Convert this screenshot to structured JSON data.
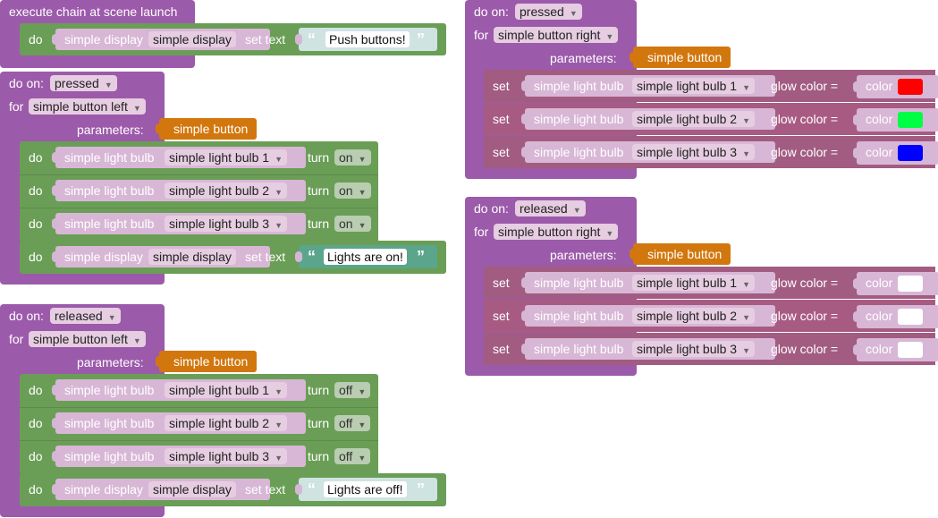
{
  "colors": {
    "event_block": "#9c5aaa",
    "action_block": "#6a9e56",
    "set_block": "#a25c81",
    "param_block": "#d2770d",
    "red": "#ff0000",
    "green": "#00ff44",
    "blue": "#0000ff",
    "white": "#ffffff"
  },
  "scene_launch": {
    "header": "execute chain at scene launch",
    "do": "do",
    "component": "simple display",
    "instance": "simple display",
    "action": "set text",
    "value": "Push buttons!"
  },
  "left_pressed": {
    "event_label": "do on:",
    "event_value": "pressed",
    "for_label": "for",
    "for_value": "simple button left",
    "params_label": "parameters:",
    "param_value": "simple button",
    "rows": [
      {
        "do": "do",
        "component": "simple light bulb",
        "instance": "simple light bulb 1",
        "verb": "turn",
        "state": "on"
      },
      {
        "do": "do",
        "component": "simple light bulb",
        "instance": "simple light bulb 2",
        "verb": "turn",
        "state": "on"
      },
      {
        "do": "do",
        "component": "simple light bulb",
        "instance": "simple light bulb 3",
        "verb": "turn",
        "state": "on"
      }
    ],
    "display": {
      "do": "do",
      "component": "simple display",
      "instance": "simple display",
      "action": "set text",
      "value": "Lights are on!"
    }
  },
  "left_released": {
    "event_label": "do on:",
    "event_value": "released",
    "for_label": "for",
    "for_value": "simple button left",
    "params_label": "parameters:",
    "param_value": "simple button",
    "rows": [
      {
        "do": "do",
        "component": "simple light bulb",
        "instance": "simple light bulb 1",
        "verb": "turn",
        "state": "off"
      },
      {
        "do": "do",
        "component": "simple light bulb",
        "instance": "simple light bulb 2",
        "verb": "turn",
        "state": "off"
      },
      {
        "do": "do",
        "component": "simple light bulb",
        "instance": "simple light bulb 3",
        "verb": "turn",
        "state": "off"
      }
    ],
    "display": {
      "do": "do",
      "component": "simple display",
      "instance": "simple display",
      "action": "set text",
      "value": "Lights are off!"
    }
  },
  "right_pressed": {
    "event_label": "do on:",
    "event_value": "pressed",
    "for_label": "for",
    "for_value": "simple button right",
    "params_label": "parameters:",
    "param_value": "simple button",
    "rows": [
      {
        "set": "set",
        "component": "simple light bulb",
        "instance": "simple light bulb 1",
        "prop": "glow color =",
        "color_label": "color",
        "color": "red"
      },
      {
        "set": "set",
        "component": "simple light bulb",
        "instance": "simple light bulb 2",
        "prop": "glow color =",
        "color_label": "color",
        "color": "green"
      },
      {
        "set": "set",
        "component": "simple light bulb",
        "instance": "simple light bulb 3",
        "prop": "glow color =",
        "color_label": "color",
        "color": "blue"
      }
    ]
  },
  "right_released": {
    "event_label": "do on:",
    "event_value": "released",
    "for_label": "for",
    "for_value": "simple button right",
    "params_label": "parameters:",
    "param_value": "simple button",
    "rows": [
      {
        "set": "set",
        "component": "simple light bulb",
        "instance": "simple light bulb 1",
        "prop": "glow color =",
        "color_label": "color",
        "color": "white"
      },
      {
        "set": "set",
        "component": "simple light bulb",
        "instance": "simple light bulb 2",
        "prop": "glow color =",
        "color_label": "color",
        "color": "white"
      },
      {
        "set": "set",
        "component": "simple light bulb",
        "instance": "simple light bulb 3",
        "prop": "glow color =",
        "color_label": "color",
        "color": "white"
      }
    ]
  }
}
